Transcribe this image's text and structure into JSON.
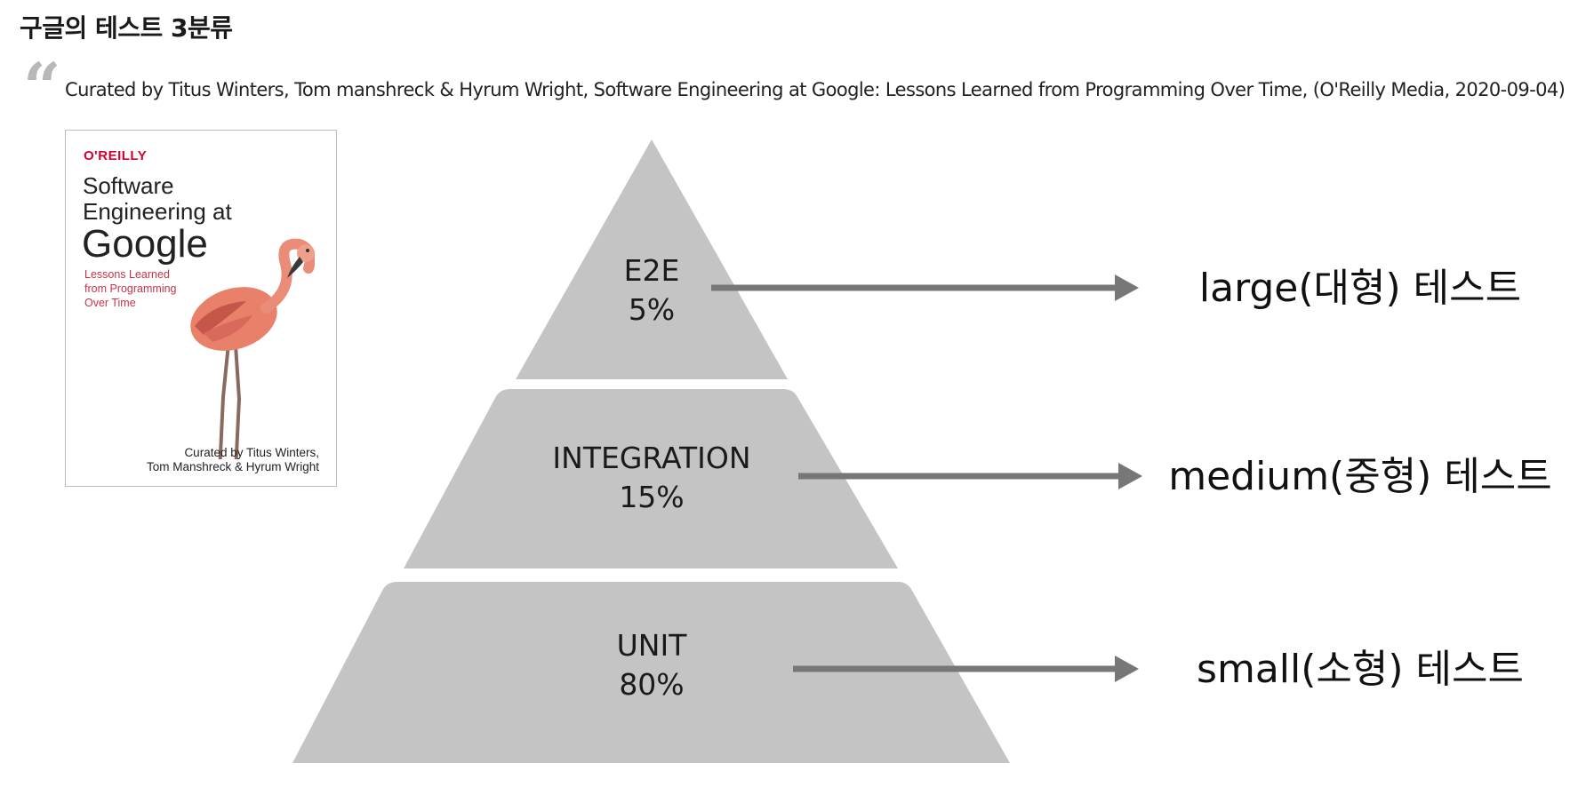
{
  "page": {
    "title": "구글의 테스트 3분류",
    "citation": "Curated by Titus Winters, Tom manshreck & Hyrum Wright, Software Engineering at Google: Lessons Learned from Programming Over Time, (O'Reilly Media, 2020-09-04)"
  },
  "book": {
    "publisher": "O'REILLY",
    "title_line1": "Software",
    "title_line2": "Engineering at",
    "title_line3": "Google",
    "subtitle_line1": "Lessons Learned",
    "subtitle_line2": "from Programming",
    "subtitle_line3": "Over Time",
    "curators_line1": "Curated by Titus Winters,",
    "curators_line2": "Tom Manshreck & Hyrum Wright"
  },
  "pyramid": {
    "tiers": [
      {
        "name": "E2E",
        "percent": "5%",
        "label": "large(대형) 테스트"
      },
      {
        "name": "INTEGRATION",
        "percent": "15%",
        "label": "medium(중형) 테스트"
      },
      {
        "name": "UNIT",
        "percent": "80%",
        "label": "small(소형) 테스트"
      }
    ]
  },
  "colors": {
    "tier_fill": "#c4c4c4",
    "arrow": "#777777",
    "publisher_red": "#d3002d",
    "subtitle_red": "#c8324a"
  }
}
